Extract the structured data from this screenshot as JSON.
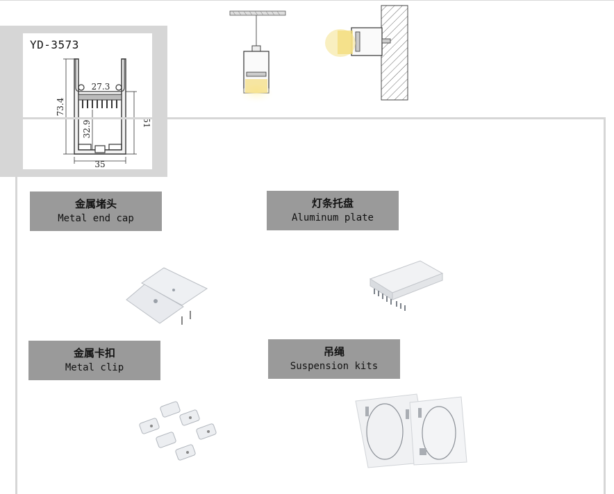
{
  "profile": {
    "model": "YD-3573",
    "dims": {
      "height_total": "73.4",
      "inner_width": "27.3",
      "inner_height": "32.9",
      "side_height": "51",
      "bottom_width": "35"
    }
  },
  "accessories": [
    {
      "cn": "金属堵头",
      "en": "Metal end cap"
    },
    {
      "cn": "灯条托盘",
      "en": "Aluminum plate"
    },
    {
      "cn": "金属卡扣",
      "en": "Metal clip"
    },
    {
      "cn": "吊绳",
      "en": "Suspension kits"
    }
  ],
  "colors": {
    "panel_grey": "#d6d6d6",
    "label_grey": "#9a9a9a",
    "light_glow": "#f3dc7a"
  }
}
